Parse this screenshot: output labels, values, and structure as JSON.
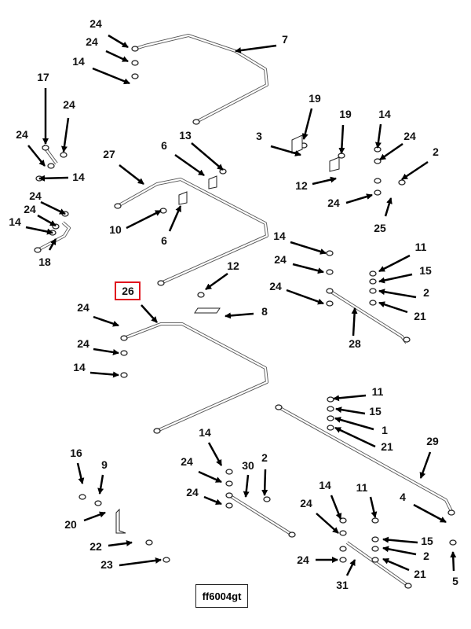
{
  "diagram": {
    "drawing_id": "ff6004gt",
    "highlighted_callout": "26",
    "highlight_color": "#e0141e",
    "callouts": [
      "24",
      "24",
      "14",
      "7",
      "17",
      "24",
      "24",
      "14",
      "24",
      "24",
      "14",
      "18",
      "27",
      "6",
      "13",
      "10",
      "6",
      "19",
      "3",
      "19",
      "12",
      "14",
      "24",
      "2",
      "24",
      "25",
      "14",
      "24",
      "24",
      "11",
      "15",
      "2",
      "21",
      "28",
      "12",
      "26",
      "8",
      "24",
      "24",
      "14",
      "11",
      "15",
      "1",
      "21",
      "29",
      "16",
      "9",
      "20",
      "22",
      "23",
      "14",
      "24",
      "30",
      "2",
      "24",
      "4",
      "5",
      "14",
      "11",
      "24",
      "15",
      "2",
      "21",
      "24",
      "31"
    ]
  }
}
